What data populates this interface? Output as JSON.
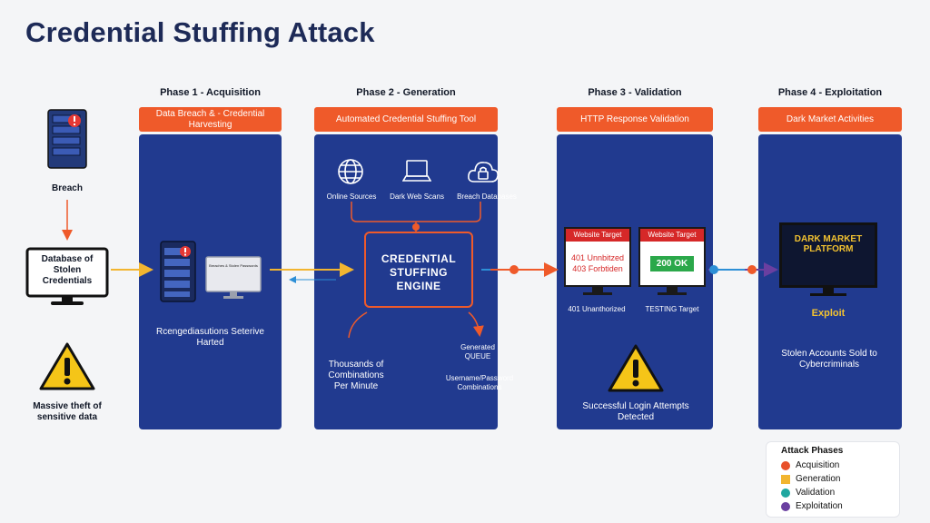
{
  "title": "Credential Stuffing Attack",
  "left": {
    "breach_label": "Breach",
    "database_label": "Database of Stolen Credentials",
    "massive_theft_label": "Massive theft of sensitive data"
  },
  "phase1": {
    "heading": "Phase 1 - Acquisition",
    "bar_label": "Data Breach & - Credential Harvesting",
    "screen_text": "Breaches & Stolen Passwords",
    "caption": "Rcengediasutions Seterive Harted"
  },
  "phase2": {
    "heading": "Phase 2 - Generation",
    "bar_label": "Automated Credential Stuffing Tool",
    "sources": [
      "Online Sources",
      "Dark Web Scans",
      "Breach Databases"
    ],
    "engine_label": "CREDENTIAL STUFFING ENGINE",
    "thousands_label": "Thousands of Combinations Per Minute",
    "generated_label": "Generated QUEUE",
    "username_label": "Username/Password Combinations"
  },
  "phase3": {
    "heading": "Phase 3 - Validation",
    "bar_label": "HTTP Response Validation",
    "target1_title": "Website Target",
    "target1_body": "401 Unnbitzed 403 Forbtiden",
    "target2_title": "Website Target",
    "target2_body": "200 OK",
    "label1": "401 Unanthorized",
    "label2": "TESTING Target",
    "success_label": "Successful Login Attempts Detected"
  },
  "phase4": {
    "heading": "Phase 4 - Exploitation",
    "bar_label": "Dark Market Activities",
    "platform_label": "DARK MARKET PLATFORM",
    "exploit_label": "Exploit",
    "stolen_label": "Stolen Accounts Sold to Cybercriminals"
  },
  "legend": {
    "title": "Attack Phases",
    "items": [
      {
        "label": "Acquisition",
        "color": "#e8502a",
        "shape": "circle"
      },
      {
        "label": "Generation",
        "color": "#f2b530",
        "shape": "square"
      },
      {
        "label": "Validation",
        "color": "#1fa7a0",
        "shape": "circle"
      },
      {
        "label": "Exploitation",
        "color": "#6a3fa0",
        "shape": "circle"
      }
    ]
  },
  "colors": {
    "panel": "#213a8f",
    "accent_orange": "#ef5a2a",
    "connector_blue": "#2d8fd6",
    "warning_yellow": "#f5c518"
  }
}
